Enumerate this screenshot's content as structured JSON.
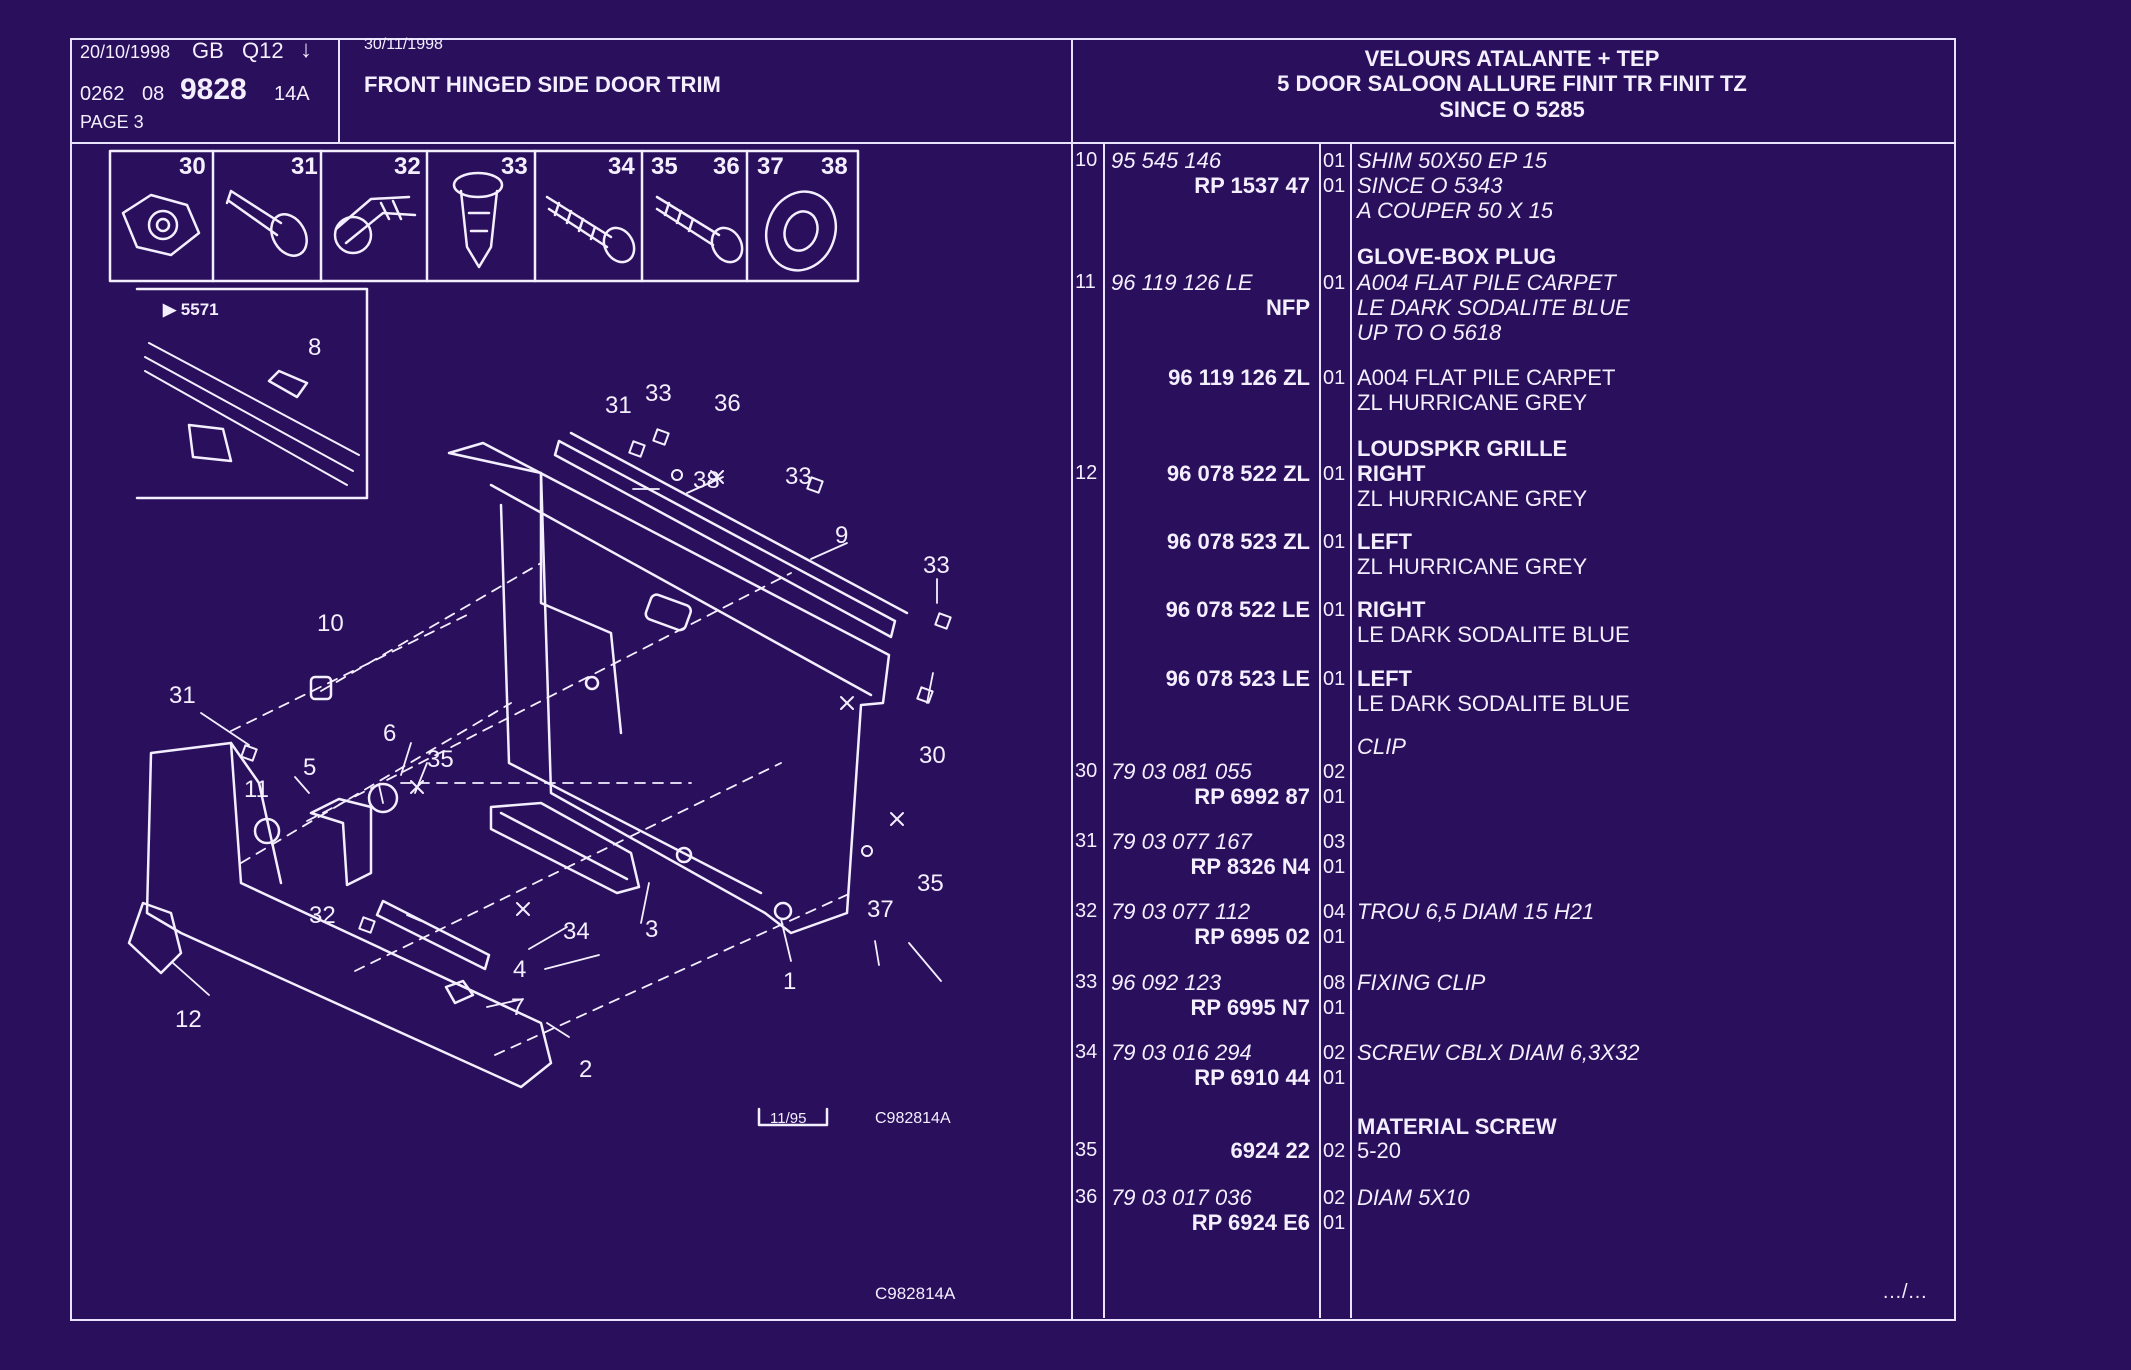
{
  "header": {
    "date1": "20/10/1998",
    "lang": "GB",
    "code": "Q12",
    "arrow": "↓",
    "ref_a": "0262",
    "ref_b": "08",
    "ref_main": "9828",
    "ref_c": "14A",
    "page": "PAGE 3",
    "date2": "30/11/1998",
    "title": "FRONT HINGED SIDE DOOR TRIM",
    "right_l1": "VELOURS ATALANTE + TEP",
    "right_l2": "5 DOOR SALOON ALLURE FINIT  TR FINIT  TZ",
    "right_l3": "SINCE O      5285"
  },
  "thumbnails": [
    "30",
    "31",
    "32",
    "33",
    "34",
    "35",
    "36",
    "37",
    "38"
  ],
  "diagram": {
    "inset_ref": "▶ 5571",
    "callouts": [
      "8",
      "31",
      "33",
      "36",
      "38",
      "33",
      "9",
      "33",
      "10",
      "31",
      "30",
      "6",
      "35",
      "5",
      "11",
      "35",
      "37",
      "32",
      "4",
      "34",
      "3",
      "7",
      "1",
      "12",
      "2"
    ],
    "stamp": "11/95",
    "code1": "C982814A",
    "code2": "C982814A"
  },
  "rows": [
    {
      "item": "10",
      "ref": "95 545 146",
      "ref_i": true,
      "qty": "01",
      "desc": "SHIM 50X50 EP 15",
      "desc_i": true
    },
    {
      "item": "",
      "ref": "RP  1537 47",
      "ref_i": false,
      "qty": "01",
      "desc": "SINCE  O  5343",
      "desc_i": true
    },
    {
      "item": "",
      "ref": "",
      "ref_i": false,
      "qty": "",
      "desc": "A COUPER 50 X 15",
      "desc_i": true
    },
    {
      "item": "",
      "ref": "",
      "ref_i": false,
      "qty": "",
      "desc": "GLOVE-BOX PLUG",
      "desc_b": true
    },
    {
      "item": "11",
      "ref": "96 119 126 LE",
      "ref_i": true,
      "qty": "01",
      "desc": "A004 FLAT PILE CARPET",
      "desc_i": true
    },
    {
      "item": "",
      "ref": "NFP",
      "ref_i": false,
      "qty": "",
      "desc": "LE DARK SODALITE BLUE",
      "desc_i": true
    },
    {
      "item": "",
      "ref": "",
      "ref_i": false,
      "qty": "",
      "desc": "UP  TO  O  5618",
      "desc_i": true
    },
    {
      "item": "",
      "ref": "96 119 126 ZL",
      "ref_i": false,
      "qty": "01",
      "desc": "A004 FLAT PILE CARPET"
    },
    {
      "item": "",
      "ref": "",
      "ref_i": false,
      "qty": "",
      "desc": "ZL HURRICANE GREY"
    },
    {
      "item": "",
      "ref": "",
      "ref_i": false,
      "qty": "",
      "desc": "LOUDSPKR GRILLE",
      "desc_b": true
    },
    {
      "item": "12",
      "ref": "96 078 522 ZL",
      "ref_i": false,
      "qty": "01",
      "desc": "RIGHT",
      "desc_b": true
    },
    {
      "item": "",
      "ref": "",
      "ref_i": false,
      "qty": "",
      "desc": "ZL HURRICANE GREY"
    },
    {
      "item": "",
      "ref": "96 078 523 ZL",
      "ref_i": false,
      "qty": "01",
      "desc": "LEFT",
      "desc_b": true
    },
    {
      "item": "",
      "ref": "",
      "ref_i": false,
      "qty": "",
      "desc": "ZL HURRICANE GREY"
    },
    {
      "item": "",
      "ref": "96 078 522 LE",
      "ref_i": false,
      "qty": "01",
      "desc": "RIGHT",
      "desc_b": true
    },
    {
      "item": "",
      "ref": "",
      "ref_i": false,
      "qty": "",
      "desc": "LE DARK SODALITE BLUE"
    },
    {
      "item": "",
      "ref": "96 078 523 LE",
      "ref_i": false,
      "qty": "01",
      "desc": "LEFT",
      "desc_b": true
    },
    {
      "item": "",
      "ref": "",
      "ref_i": false,
      "qty": "",
      "desc": "LE DARK SODALITE BLUE"
    },
    {
      "item": "",
      "ref": "",
      "ref_i": false,
      "qty": "",
      "desc": "CLIP",
      "desc_i": true
    },
    {
      "item": "30",
      "ref": "79 03 081 055",
      "ref_i": true,
      "qty": "02",
      "desc": ""
    },
    {
      "item": "",
      "ref": "RP  6992 87",
      "ref_i": false,
      "qty": "01",
      "desc": ""
    },
    {
      "item": "31",
      "ref": "79 03 077 167",
      "ref_i": true,
      "qty": "03",
      "desc": ""
    },
    {
      "item": "",
      "ref": "RP  8326 N4",
      "ref_i": false,
      "qty": "01",
      "desc": ""
    },
    {
      "item": "32",
      "ref": "79 03 077 112",
      "ref_i": true,
      "qty": "04",
      "desc": "TROU 6,5 DIAM 15 H21",
      "desc_i": true
    },
    {
      "item": "",
      "ref": "RP  6995 02",
      "ref_i": false,
      "qty": "01",
      "desc": ""
    },
    {
      "item": "33",
      "ref": "96 092 123",
      "ref_i": true,
      "qty": "08",
      "desc": "FIXING CLIP",
      "desc_i": true
    },
    {
      "item": "",
      "ref": "RP  6995 N7",
      "ref_i": false,
      "qty": "01",
      "desc": ""
    },
    {
      "item": "34",
      "ref": "79 03 016 294",
      "ref_i": true,
      "qty": "02",
      "desc": "SCREW CBLX DIAM 6,3X32",
      "desc_i": true
    },
    {
      "item": "",
      "ref": "RP  6910 44",
      "ref_i": false,
      "qty": "01",
      "desc": ""
    },
    {
      "item": "",
      "ref": "",
      "ref_i": false,
      "qty": "",
      "desc": "MATERIAL SCREW",
      "desc_b": true
    },
    {
      "item": "35",
      "ref": "6924 22",
      "ref_i": false,
      "qty": "02",
      "desc": "5-20"
    },
    {
      "item": "36",
      "ref": "79 03 017 036",
      "ref_i": true,
      "qty": "02",
      "desc": "DIAM 5X10",
      "desc_i": true
    },
    {
      "item": "",
      "ref": "RP  6924 E6",
      "ref_i": false,
      "qty": "01",
      "desc": ""
    }
  ],
  "footer": {
    "continue": "…/…"
  },
  "colors": {
    "background": "#2a0f5c",
    "ink": "#f4efff"
  }
}
